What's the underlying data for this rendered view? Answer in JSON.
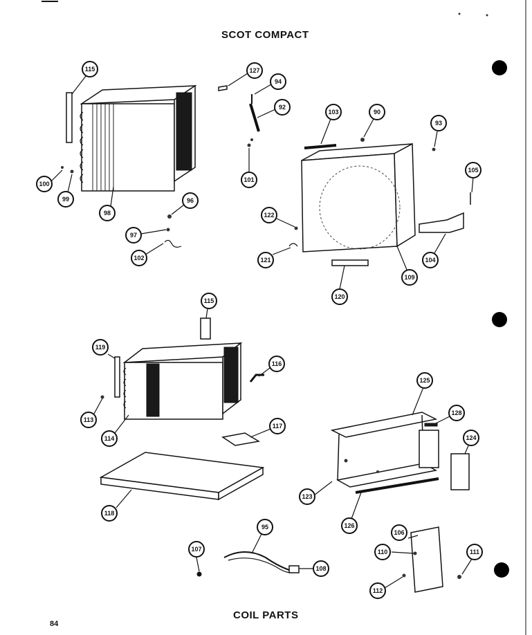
{
  "header": {
    "title": "SCOT COMPACT"
  },
  "footer": {
    "caption": "COIL PARTS",
    "page_number": "84"
  },
  "callouts": [
    {
      "id": "c115a",
      "label": "115"
    },
    {
      "id": "c127",
      "label": "127"
    },
    {
      "id": "c94",
      "label": "94"
    },
    {
      "id": "c92",
      "label": "92"
    },
    {
      "id": "c103",
      "label": "103"
    },
    {
      "id": "c90",
      "label": "90"
    },
    {
      "id": "c93",
      "label": "93"
    },
    {
      "id": "c105",
      "label": "105"
    },
    {
      "id": "c100",
      "label": "100"
    },
    {
      "id": "c99",
      "label": "99"
    },
    {
      "id": "c98",
      "label": "98"
    },
    {
      "id": "c101",
      "label": "101"
    },
    {
      "id": "c96",
      "label": "96"
    },
    {
      "id": "c97",
      "label": "97"
    },
    {
      "id": "c102",
      "label": "102"
    },
    {
      "id": "c122",
      "label": "122"
    },
    {
      "id": "c121",
      "label": "121"
    },
    {
      "id": "c104",
      "label": "104"
    },
    {
      "id": "c109",
      "label": "109"
    },
    {
      "id": "c120",
      "label": "120"
    },
    {
      "id": "c115b",
      "label": "115"
    },
    {
      "id": "c119",
      "label": "119"
    },
    {
      "id": "c116",
      "label": "116"
    },
    {
      "id": "c113",
      "label": "113"
    },
    {
      "id": "c114",
      "label": "114"
    },
    {
      "id": "c125",
      "label": "125"
    },
    {
      "id": "c128",
      "label": "128"
    },
    {
      "id": "c117",
      "label": "117"
    },
    {
      "id": "c124",
      "label": "124"
    },
    {
      "id": "c118",
      "label": "118"
    },
    {
      "id": "c123",
      "label": "123"
    },
    {
      "id": "c126",
      "label": "126"
    },
    {
      "id": "c107",
      "label": "107"
    },
    {
      "id": "c95",
      "label": "95"
    },
    {
      "id": "c108",
      "label": "108"
    },
    {
      "id": "c106",
      "label": "106"
    },
    {
      "id": "c110",
      "label": "110"
    },
    {
      "id": "c111",
      "label": "111"
    },
    {
      "id": "c112",
      "label": "112"
    }
  ]
}
